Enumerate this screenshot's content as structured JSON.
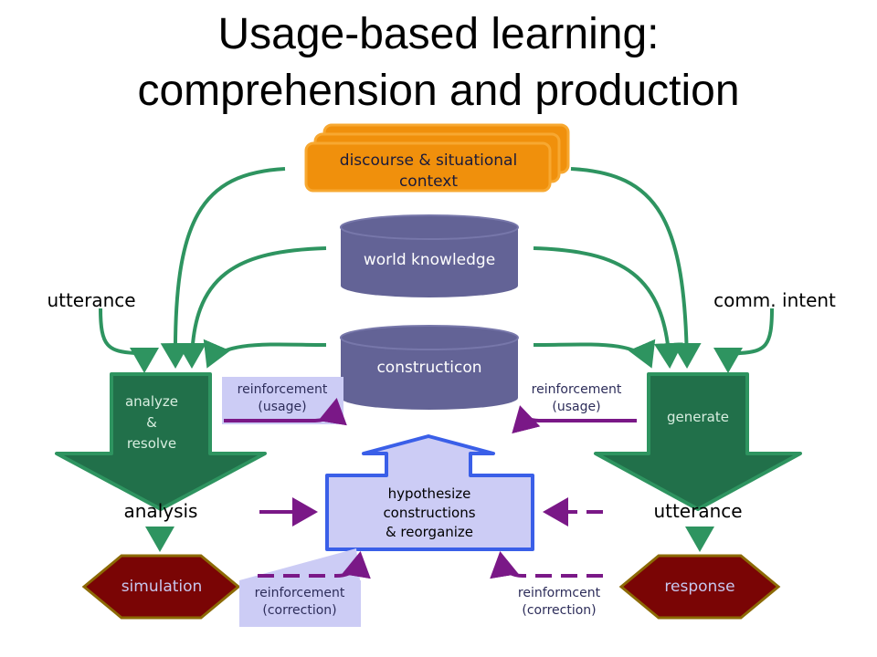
{
  "title": {
    "line1": "Usage-based learning:",
    "line2": "comprehension and production"
  },
  "context_box": {
    "line1": "discourse & situational",
    "line2": "context"
  },
  "world_knowledge": "world knowledge",
  "constructicon": "constructicon",
  "utterance_input": "utterance",
  "comm_intent": "comm. intent",
  "analyze": {
    "line1": "analyze",
    "line2": "&",
    "line3": "resolve"
  },
  "generate": "generate",
  "reinforcement_usage_left": {
    "line1": "reinforcement",
    "line2": "(usage)"
  },
  "reinforcement_usage_right": {
    "line1": "reinforcement",
    "line2": "(usage)"
  },
  "hypothesize": {
    "line1": "hypothesize",
    "line2": "constructions",
    "line3": "& reorganize"
  },
  "analysis": "analysis",
  "utterance_output": "utterance",
  "simulation": "simulation",
  "response": "response",
  "reinforcement_correction_left": {
    "line1": "reinforcement",
    "line2": "(correction)"
  },
  "reinforcement_correction_right": {
    "line1": "reinformcent",
    "line2": "(correction)"
  },
  "colors": {
    "green_arrow": "#2e9460",
    "dark_green": "#21704a",
    "purple": "#7a1887",
    "orange": "#f0900c",
    "slate": "#636396",
    "lavender": "#ccccf5",
    "blue_border": "#3a5fe8",
    "hex_red": "#7a0505",
    "hex_border": "#8c6a05"
  }
}
